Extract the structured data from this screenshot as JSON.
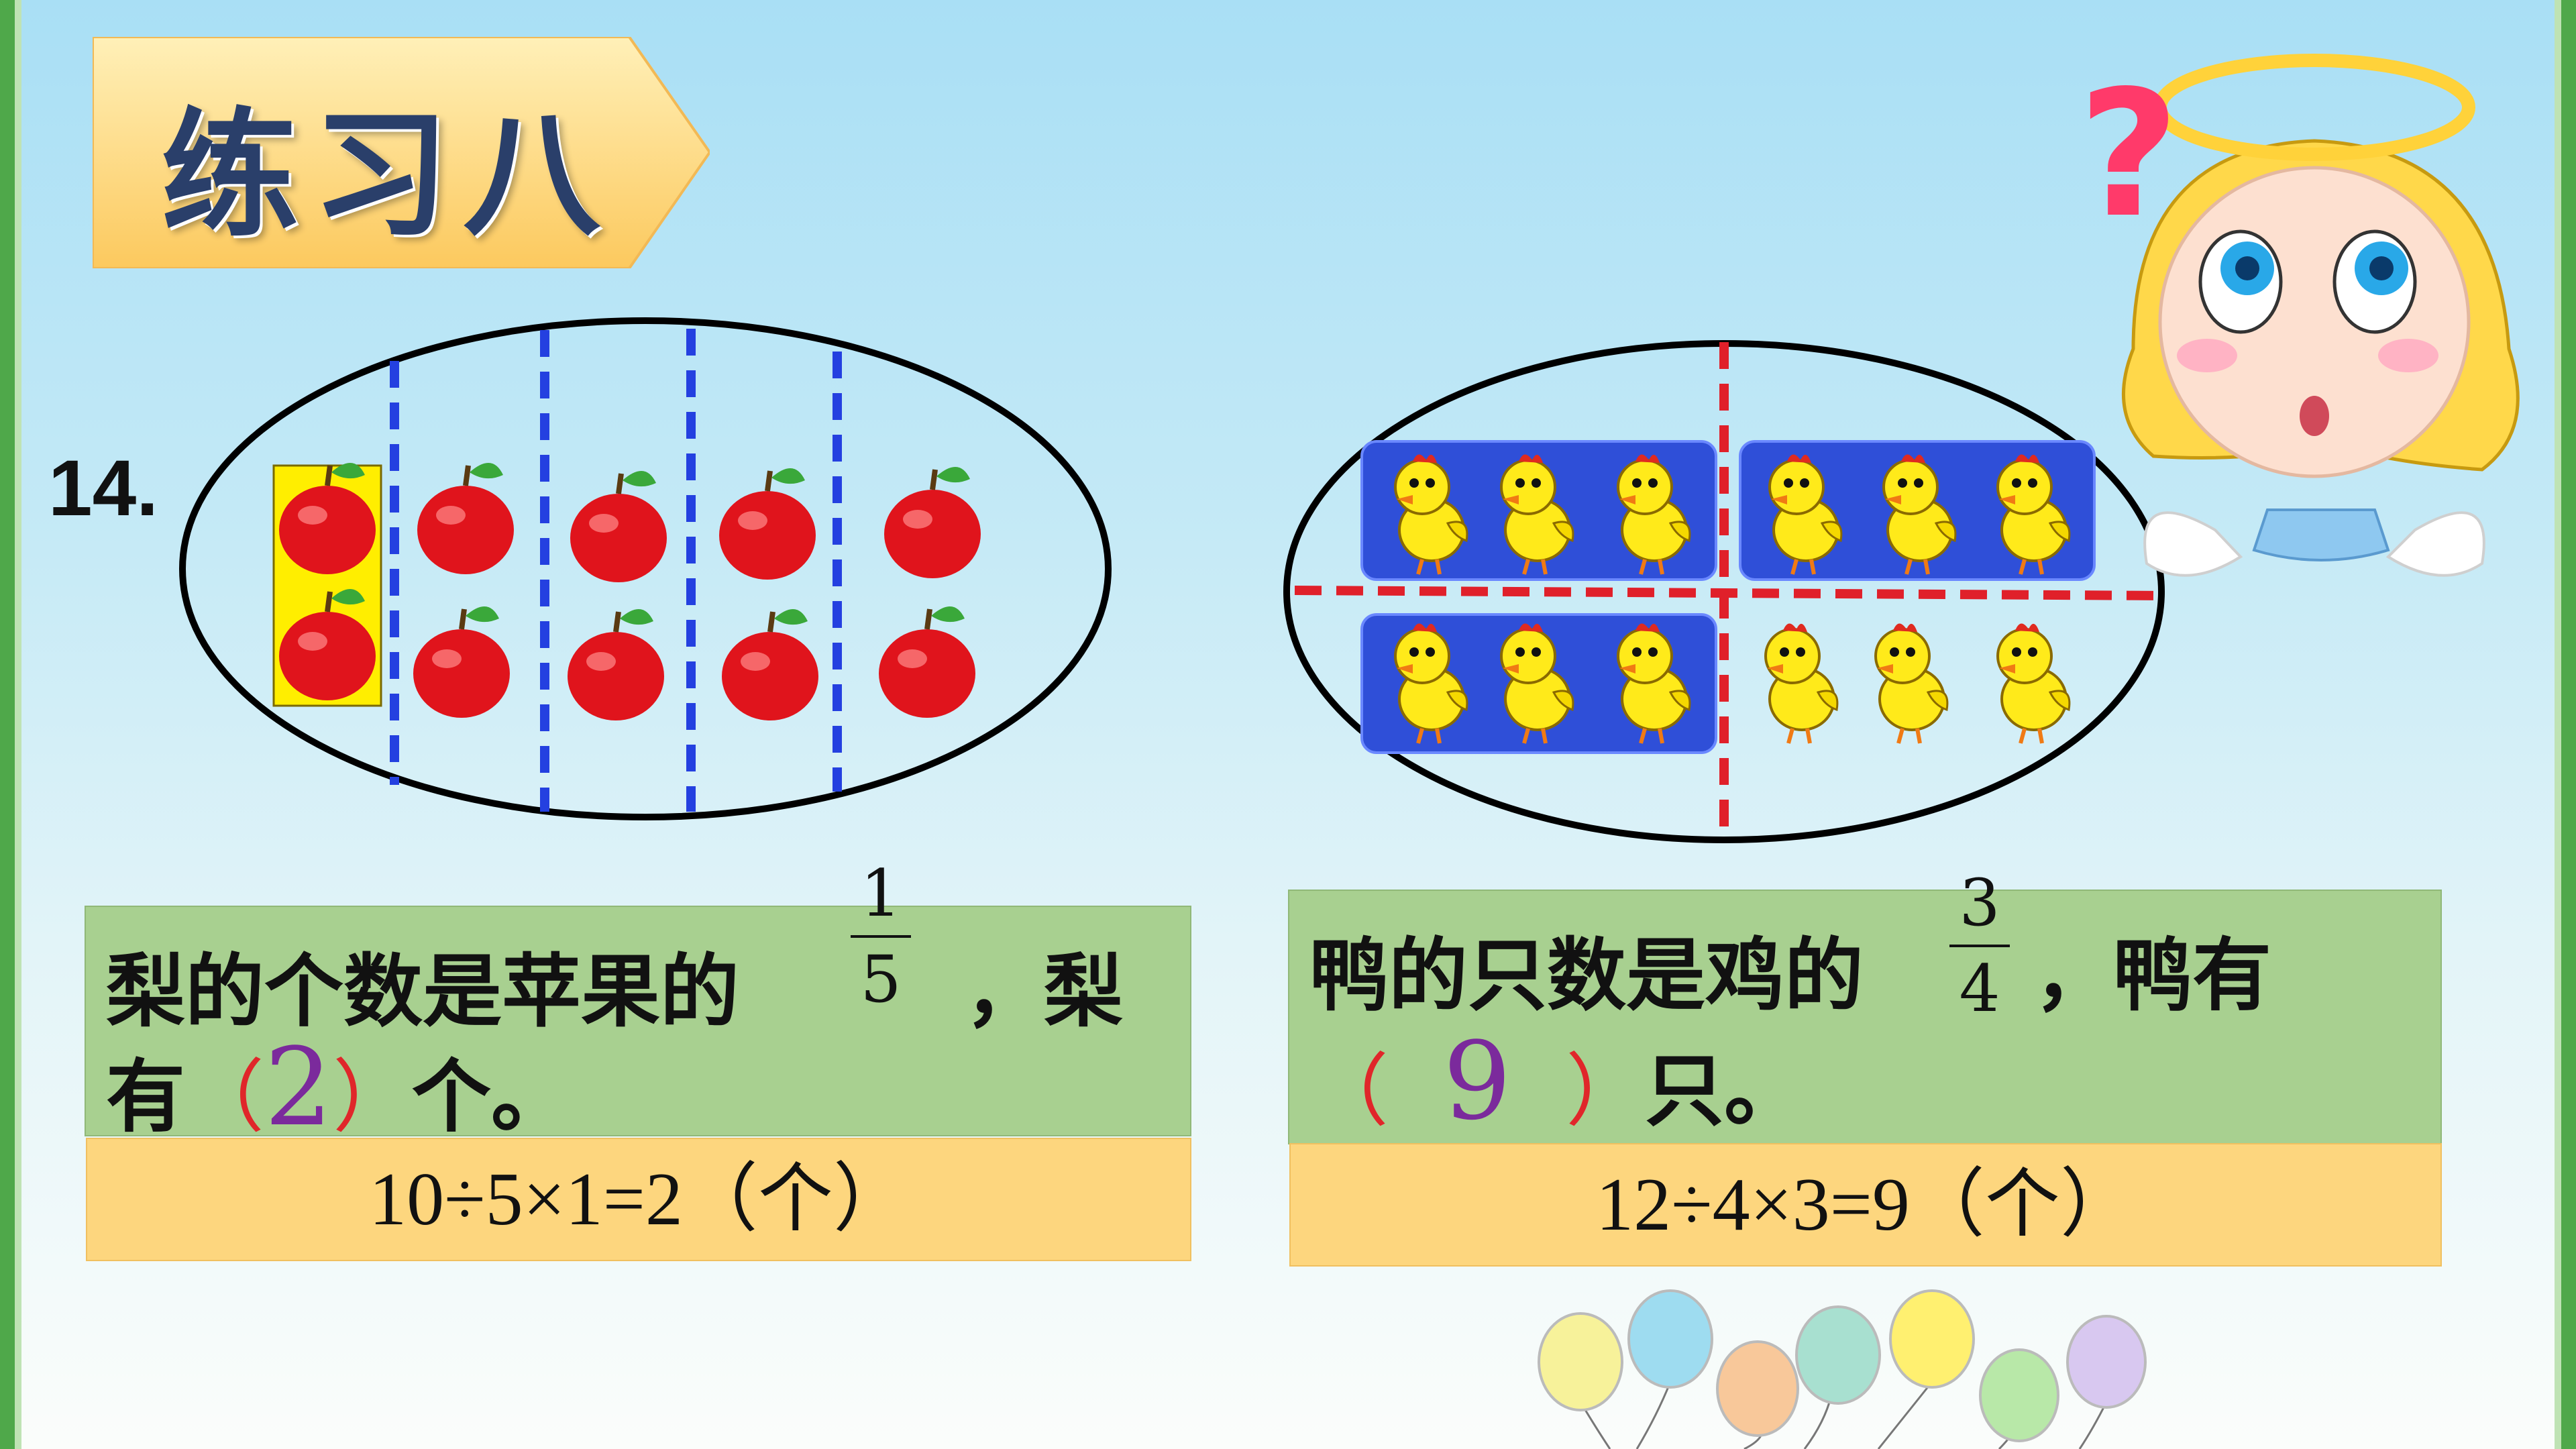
{
  "title": "练习八",
  "problem_number": "14.",
  "left_question": {
    "text_before": "梨的个数是苹果的",
    "fraction": {
      "numerator": "1",
      "denominator": "5"
    },
    "text_after": "，梨",
    "line2_start": "有",
    "paren_open": "（",
    "answer": "2",
    "paren_close": "）",
    "line2_end": "个。",
    "equation": "10÷5×1=2（个）"
  },
  "right_question": {
    "text_before": "鸭的只数是鸡的",
    "fraction": {
      "numerator": "3",
      "denominator": "4"
    },
    "text_after": "，鸭有",
    "paren_open": "（",
    "answer": "9",
    "paren_close": "）",
    "line2_end": "只。",
    "equation": "12÷4×3=9（个）"
  },
  "illustrations": {
    "apples": {
      "count": 10,
      "groups": 5
    },
    "chicks": {
      "count": 12,
      "groups": 4
    }
  },
  "colors": {
    "question_box": "#a8d090",
    "answer_box": "#fdd67e",
    "answer_text": "#7b2a9c",
    "paren": "#e0262a",
    "frame": "#4fa84a",
    "apple_divider": "#2440e0",
    "chick_divider": "#e0202a",
    "chick_group_bg": "#2f4fd8"
  }
}
